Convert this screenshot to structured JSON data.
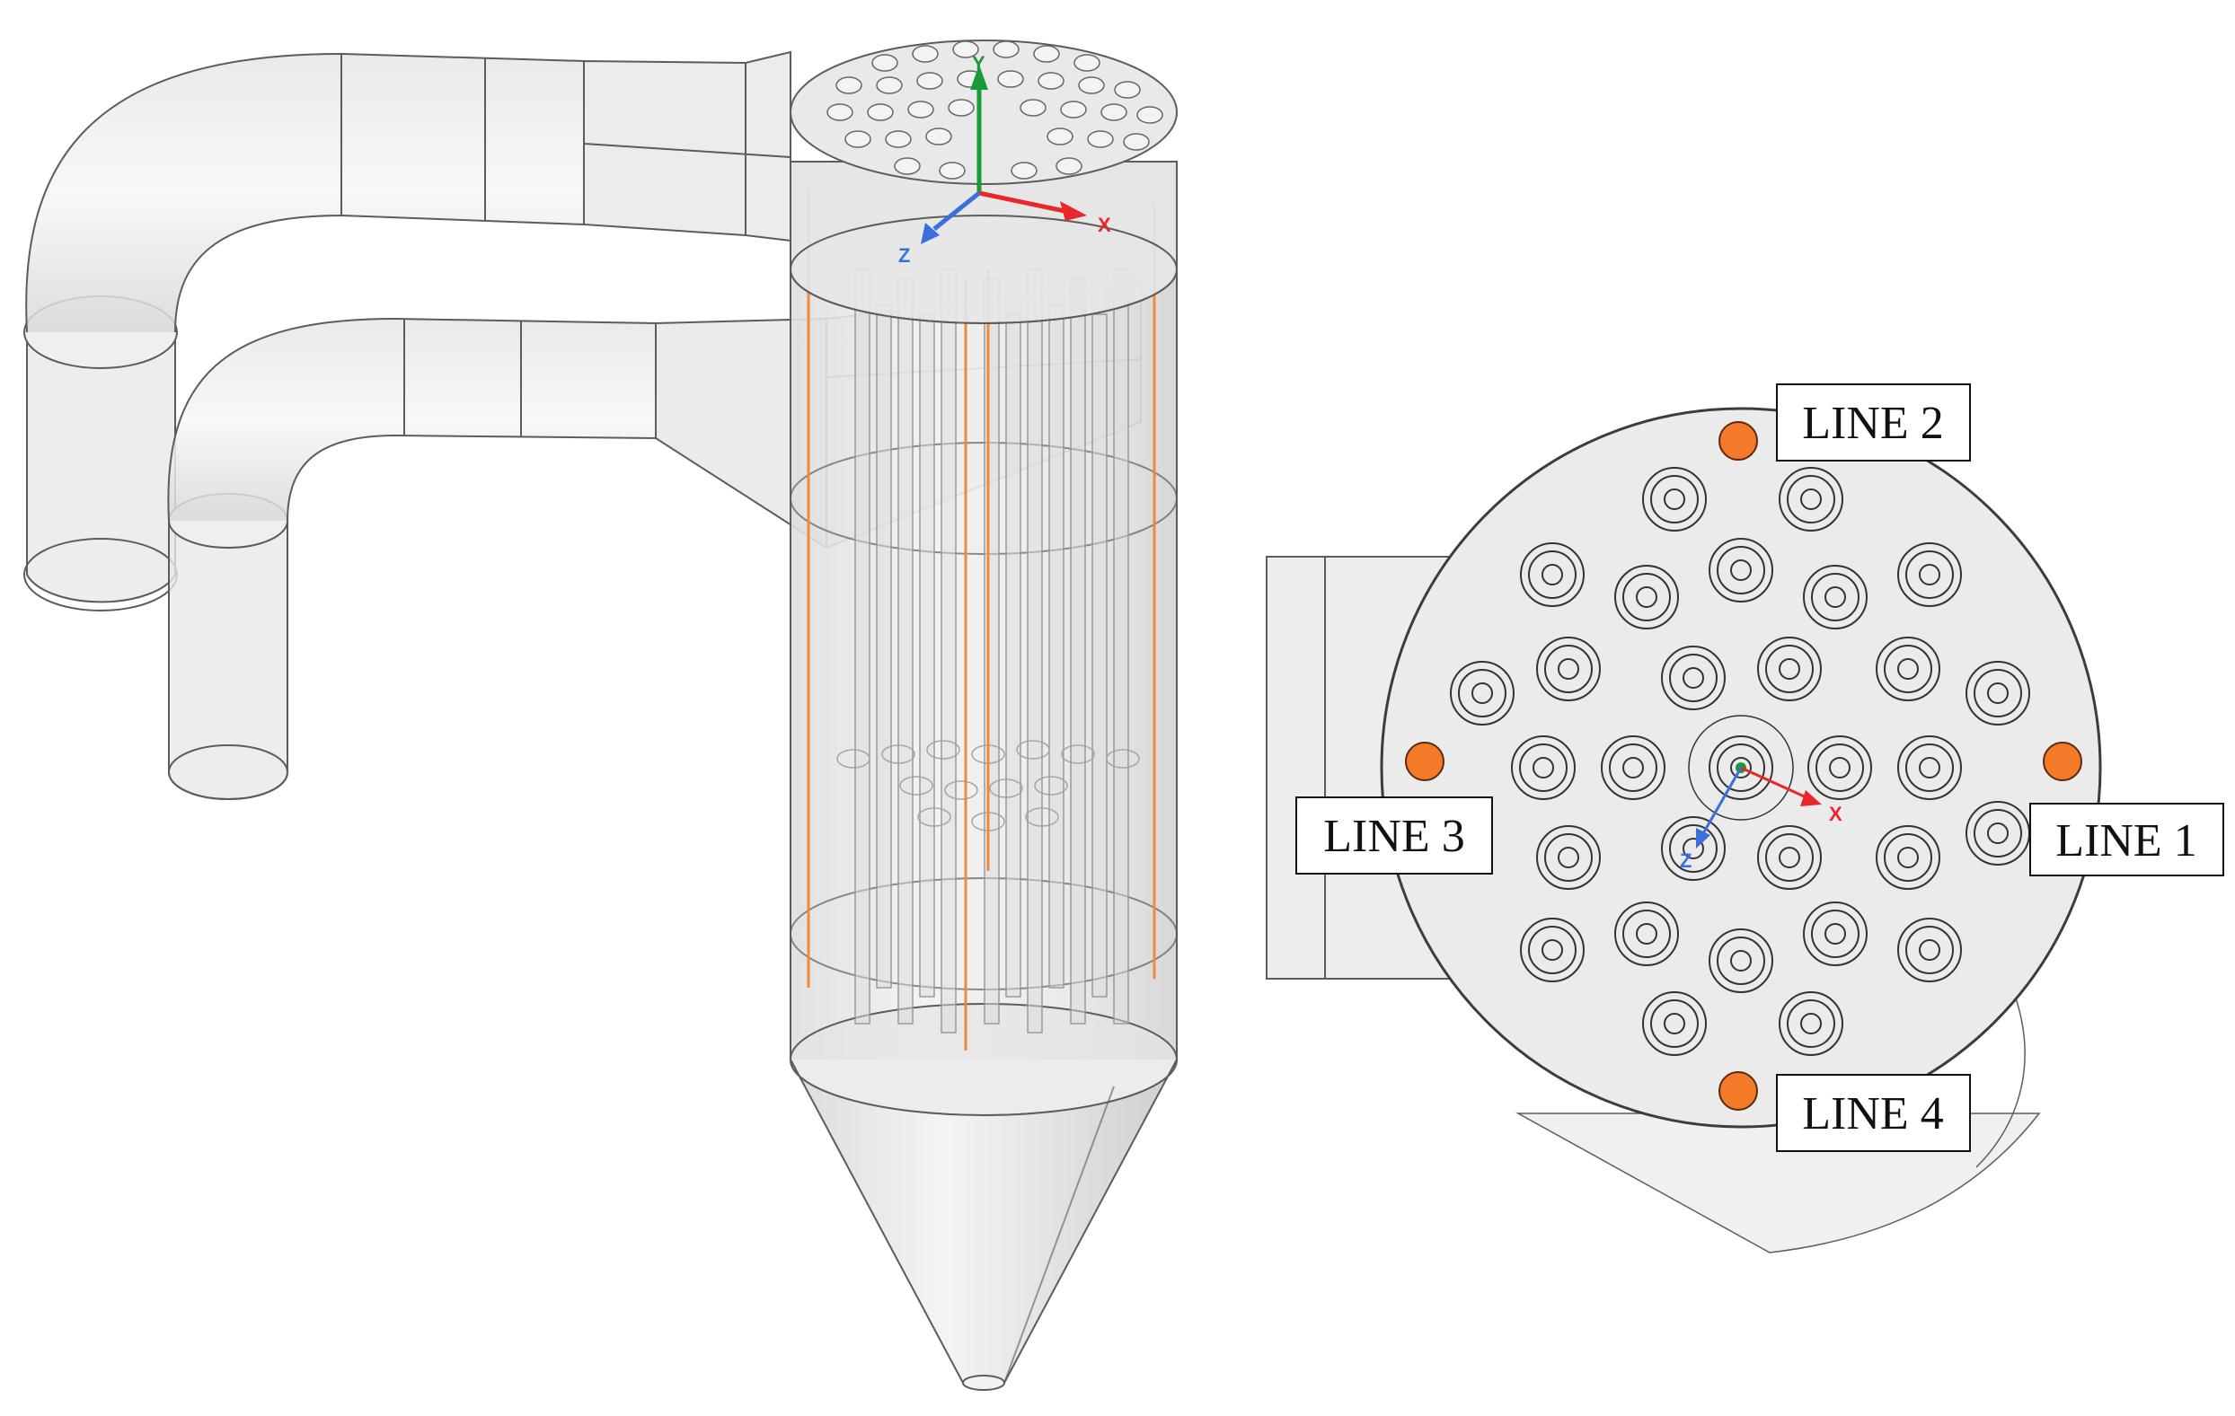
{
  "figure": {
    "labels": {
      "line1": "LINE 1",
      "line2": "LINE 2",
      "line3": "LINE 3",
      "line4": "LINE 4"
    },
    "axes": {
      "x": "X",
      "y": "Y",
      "z": "Z"
    },
    "colors": {
      "probe": "#f47a2a",
      "probe_line": "#f08a3a",
      "x_axis": "#e8262b",
      "y_axis": "#1a9a3a",
      "z_axis": "#3a6fe0",
      "body": "#ececec",
      "outline": "#5c5c5c"
    }
  }
}
